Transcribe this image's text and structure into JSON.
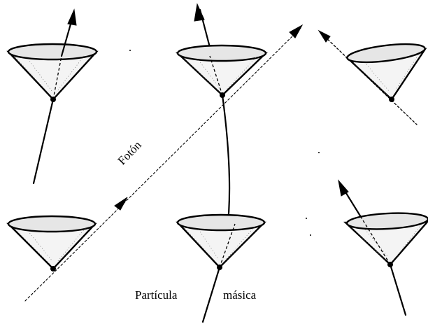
{
  "labels": {
    "photon": "Fotón",
    "particle_part1": "Partícula",
    "particle_part2": "másica"
  }
}
